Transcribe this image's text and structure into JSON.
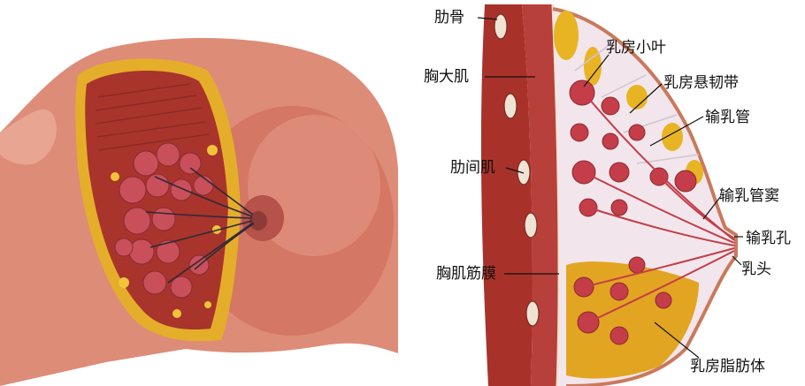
{
  "labels": {
    "rib": "肋骨",
    "pectoralis_major": "胸大肌",
    "intercostal": "肋间肌",
    "pectoral_fascia": "胸肌筋膜",
    "lobule": "乳房小叶",
    "suspensory_ligament": "乳房悬韧带",
    "lactiferous_duct": "输乳管",
    "lactiferous_sinus": "输乳管窦",
    "duct_opening": "输乳孔",
    "nipple": "乳头",
    "fat_body": "乳房脂肪体"
  },
  "colors": {
    "skin": "#d9806e",
    "skin_dark": "#b8584a",
    "muscle": "#a8322a",
    "fat": "#e8b423",
    "gland": "#c2404a",
    "tissue_bg": "#f3e6ea",
    "leader": "#111111"
  }
}
